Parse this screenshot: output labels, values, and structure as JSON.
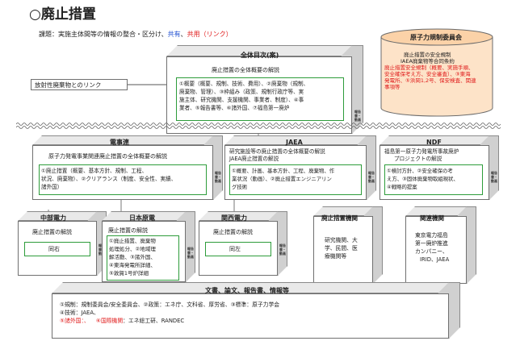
{
  "title": "○廃止措置",
  "subtitle": {
    "prefix": "課題：実施主体間等の情報の整合・区分け、",
    "shared": "共有",
    "sep": "、",
    "shared_link": "共用（リンク）"
  },
  "nra": {
    "title": "原子力規制委員会",
    "lines": [
      "廃止措置の安全規制",
      "IAEA廃棄物等合同条約"
    ],
    "red_lines": [
      "廃止措置安全規制（概要、実施手順、",
      "安全確保考え方、安全審査）、③東海",
      "発電所、⑤浜岡1,2号、保安検査、関連",
      "事項等"
    ]
  },
  "radwaste_link": "放射性廃棄物とのリンク",
  "overall": {
    "title": "全体目次(案)",
    "desc": "廃止措置の全体概要の解説",
    "items": [
      "①概要（概要、規制、技術、費用）、②廃棄物（規制、",
      "廃棄物、管理）、③枠組み（政策、規制行政庁等、実",
      "施主体、研究機関、支援機関、事業者、制度）、④事",
      "業者、⑤報告書等、⑥諸外国、⑦福島第一廃炉"
    ]
  },
  "fepc": {
    "title": "電事連",
    "desc": "原子力発電事業関連廃止措置の全体概要の解説",
    "items": [
      "①廃止措置（概要、基本方針、規制、工程、",
      "状況、廃棄物）、②クリアランス（制度、安全性、実績、",
      "諸外国）"
    ]
  },
  "jaea": {
    "title": "JAEA",
    "desc": [
      "研究施設等の廃止措置の全体概要の解説",
      "JAEA廃止措置の解説"
    ],
    "items": [
      "①概要、計画、基本方針、工程、廃棄物、作",
      "業状況（動画）、②廃止措置エンジニアリン",
      "グ技術"
    ]
  },
  "ndf": {
    "title": "NDF",
    "desc": [
      "福島第一原子力発電所事故廃炉",
      "プロジェクトの解説"
    ],
    "items": [
      "①検討方針、②安全確保の考",
      "え方、③固体廃棄物取組現状、",
      "④戦略的提案"
    ]
  },
  "chubu": {
    "title": "中部電力",
    "desc": "廃止措置の解説",
    "inner": "同右"
  },
  "japc": {
    "title": "日本原電",
    "desc": "廃止措置の解説",
    "items": [
      "①廃止措置、廃棄物",
      "処理処分、②地域理",
      "解活動、③諸外国、",
      "④東海発電所詳細、",
      "⑤敦賀1号炉詳細"
    ]
  },
  "kansai": {
    "title": "関西電力",
    "desc": "廃止措置の解説",
    "inner": "同左"
  },
  "decom_org": {
    "title": "廃止措置機関",
    "lines": [
      "研究機関、大",
      "学、民間、医",
      "療機関等"
    ]
  },
  "related_org": {
    "title": "関連機関",
    "lines": [
      "東京電力福島",
      "第一廃炉推進",
      "カンパニー、",
      "IRID、JAEA"
    ]
  },
  "docs": {
    "title": "文書、論文、報告書、情報等",
    "line1": "①規制：規制委員会/安全委員会、②政策：エネ庁、文科省、厚労省、③標準：原子力学会",
    "line2": "④技術：JAEA、",
    "line3_red1": "⑤諸外国：、",
    "line3_red2": "⑥国際機関",
    "line3_rest": "：エネ総工研、RANDEC"
  },
  "side_tag": "報告書・動画",
  "colors": {
    "green": "#2d9c3a",
    "red": "#e01b1b",
    "blue": "#1f4fd1",
    "box_side": "#d0d0d0",
    "box_top": "#e9e9e9"
  }
}
